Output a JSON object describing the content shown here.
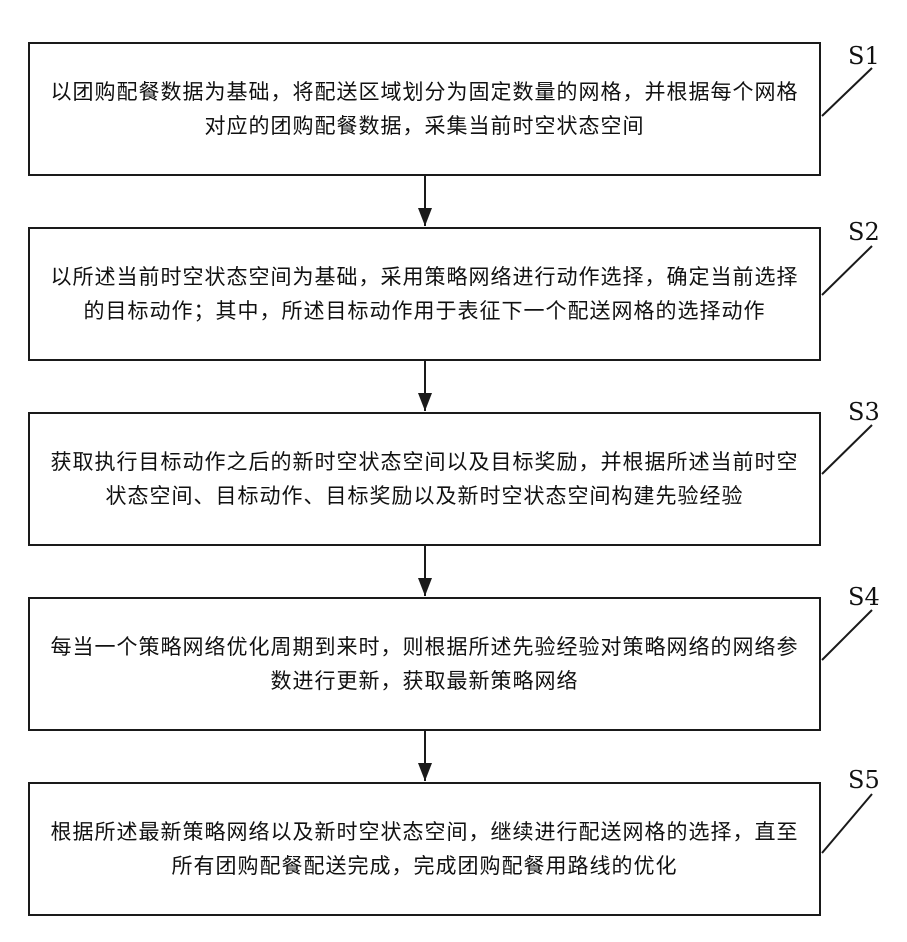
{
  "steps": [
    {
      "label": "S1",
      "text": "以团购配餐数据为基础，将配送区域划分为固定数量的网格，并根据每个网格对应的团购配餐数据，采集当前时空状态空间"
    },
    {
      "label": "S2",
      "text": "以所述当前时空状态空间为基础，采用策略网络进行动作选择，确定当前选择的目标动作；其中，所述目标动作用于表征下一个配送网格的选择动作"
    },
    {
      "label": "S3",
      "text": "获取执行目标动作之后的新时空状态空间以及目标奖励，并根据所述当前时空状态空间、目标动作、目标奖励以及新时空状态空间构建先验经验"
    },
    {
      "label": "S4",
      "text": "每当一个策略网络优化周期到来时，则根据所述先验经验对策略网络的网络参数进行更新，获取最新策略网络"
    },
    {
      "label": "S5",
      "text": "根据所述最新策略网络以及新时空状态空间，继续进行配送网格的选择，直至所有团购配餐配送完成，完成团购配餐用路线的优化"
    }
  ]
}
